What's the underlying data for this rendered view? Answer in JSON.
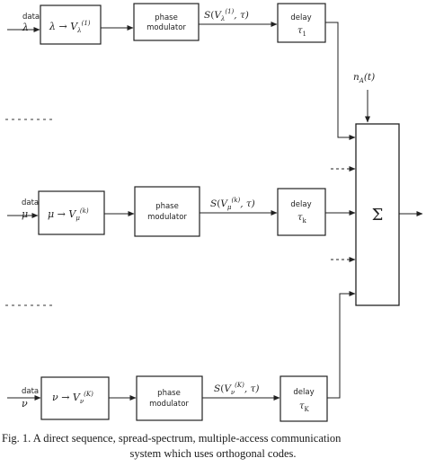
{
  "branches": [
    {
      "data_label": "data",
      "symbol": "λ",
      "mapper": {
        "lhs": "λ",
        "arrow": "→",
        "base": "V",
        "sub": "λ",
        "sup": "(1)"
      },
      "modulator": [
        "phase",
        "modulator"
      ],
      "signal": {
        "s": "S",
        "base": "V",
        "sub": "λ",
        "sup": "(1)",
        "arg": ", τ)"
      },
      "delay": {
        "label": "delay",
        "tau": "τ",
        "sub": "1"
      }
    },
    {
      "data_label": "data",
      "symbol": "μ",
      "mapper": {
        "lhs": "μ",
        "arrow": "→",
        "base": "V",
        "sub": "μ",
        "sup": "(k)"
      },
      "modulator": [
        "phase",
        "modulator"
      ],
      "signal": {
        "s": "S",
        "base": "V",
        "sub": "μ",
        "sup": "(k)",
        "arg": ", τ)"
      },
      "delay": {
        "label": "delay",
        "tau": "τ",
        "sub": "k"
      }
    },
    {
      "data_label": "data",
      "symbol": "ν",
      "mapper": {
        "lhs": "ν",
        "arrow": "→",
        "base": "V",
        "sub": "ν",
        "sup": "(K)"
      },
      "modulator": [
        "phase",
        "modulator"
      ],
      "signal": {
        "s": "S",
        "base": "V",
        "sub": "ν",
        "sup": "(K)",
        "arg": ", τ)"
      },
      "delay": {
        "label": "delay",
        "tau": "τ",
        "sub": "K"
      }
    }
  ],
  "noise": {
    "base": "n",
    "sub": "A",
    "arg": "(t)"
  },
  "summer": {
    "symbol": "Σ"
  },
  "caption": {
    "line1": "Fig. 1.    A direct sequence, spread-spectrum, multiple-access communication",
    "line2": "system which uses orthogonal codes."
  }
}
